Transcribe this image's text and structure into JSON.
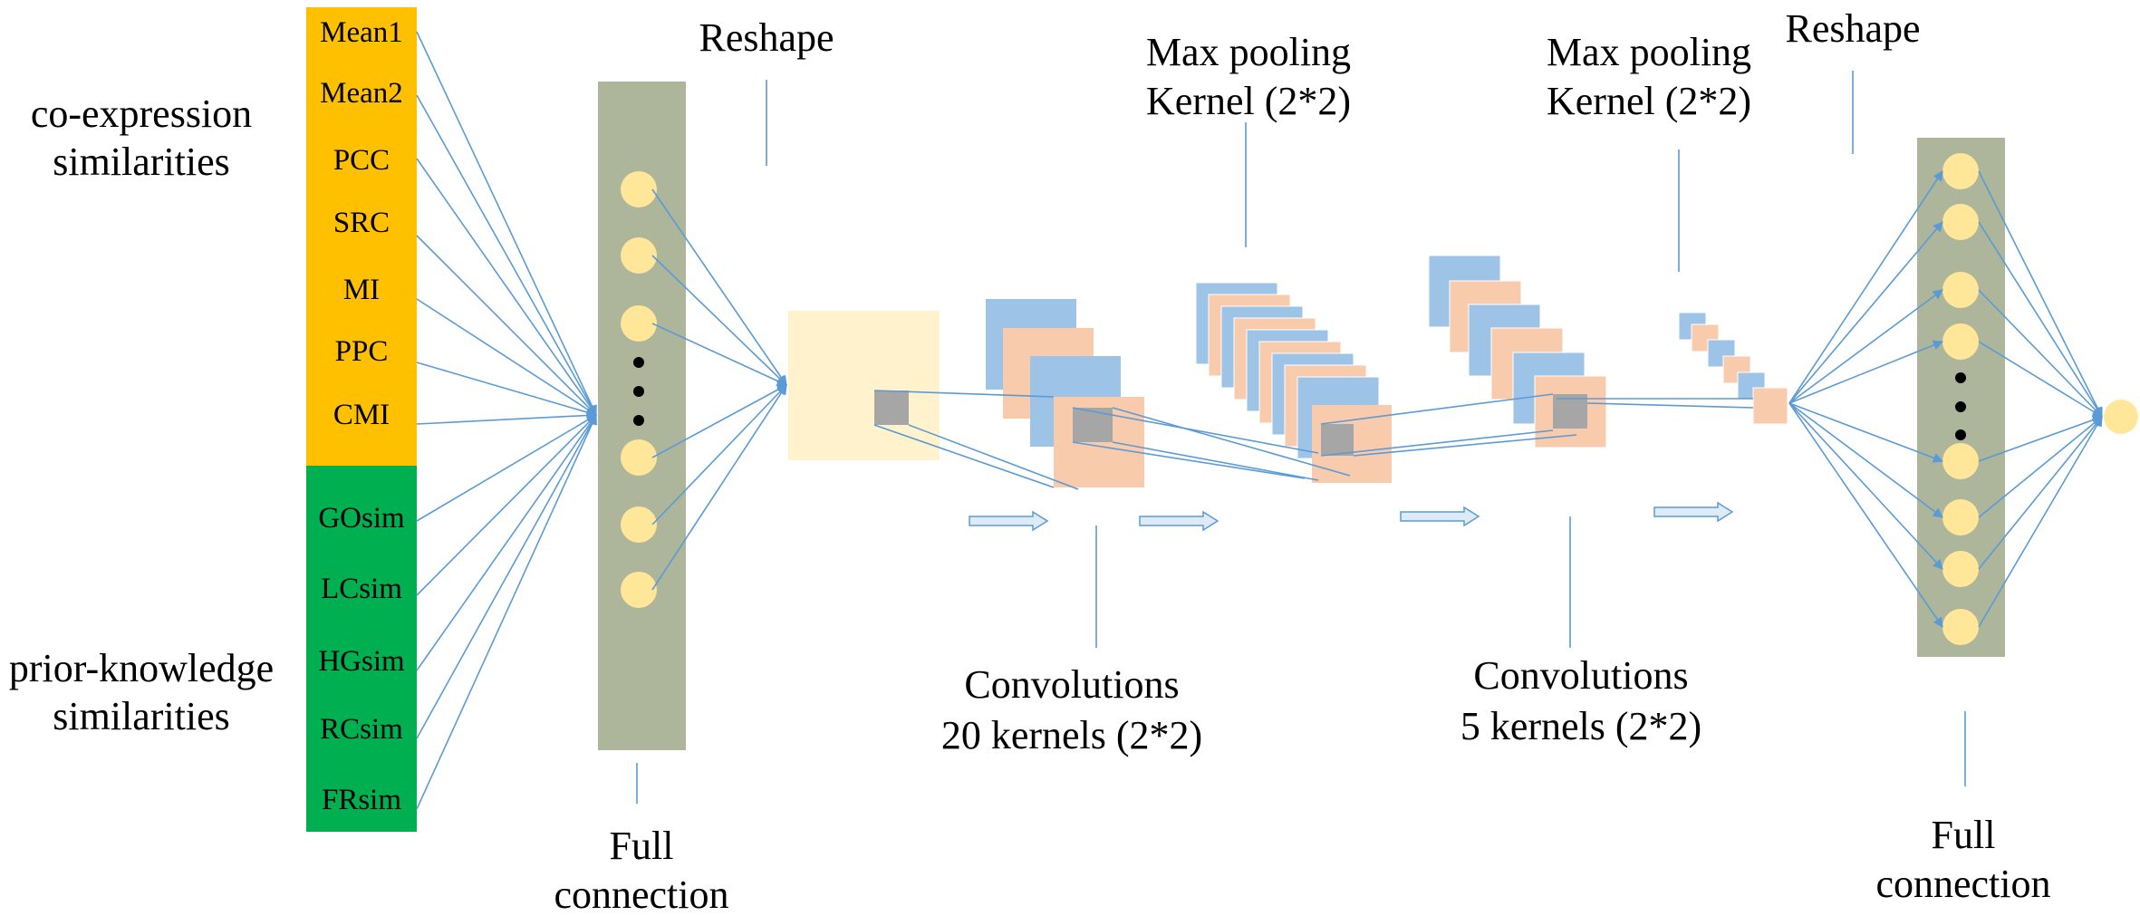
{
  "left_labels": {
    "coexpression_line1": "co-expression",
    "coexpression_line2": "similarities",
    "prior_line1": "prior-knowledge",
    "prior_line2": "similarities"
  },
  "features_orange": [
    "Mean1",
    "Mean2",
    "PCC",
    "SRC",
    "MI",
    "PPC",
    "CMI"
  ],
  "features_green": [
    "GOsim",
    "LCsim",
    "HGsim",
    "RCsim",
    "FRsim"
  ],
  "captions": {
    "reshape1": "Reshape",
    "reshape2": "Reshape",
    "maxpool1_line1": "Max pooling",
    "maxpool1_line2": "Kernel (2*2)",
    "maxpool2_line1": "Max pooling",
    "maxpool2_line2": "Kernel (2*2)",
    "conv1_line1": "Convolutions",
    "conv1_line2": "20 kernels (2*2)",
    "conv2_line1": "Convolutions",
    "conv2_line2": "5 kernels (2*2)",
    "fc1_line1": "Full",
    "fc1_line2": "connection",
    "fc2_line1": "Full",
    "fc2_line2": "connection"
  },
  "colors": {
    "orange": "#FFC000",
    "green": "#00B050",
    "column": "#ADB59B",
    "node": "#FFE699",
    "blue": "#9DC3E6",
    "peach": "#F8CBAD",
    "cream": "#FFF2CC",
    "gray": "#A6A6A6",
    "line": "#5B9BD5"
  }
}
